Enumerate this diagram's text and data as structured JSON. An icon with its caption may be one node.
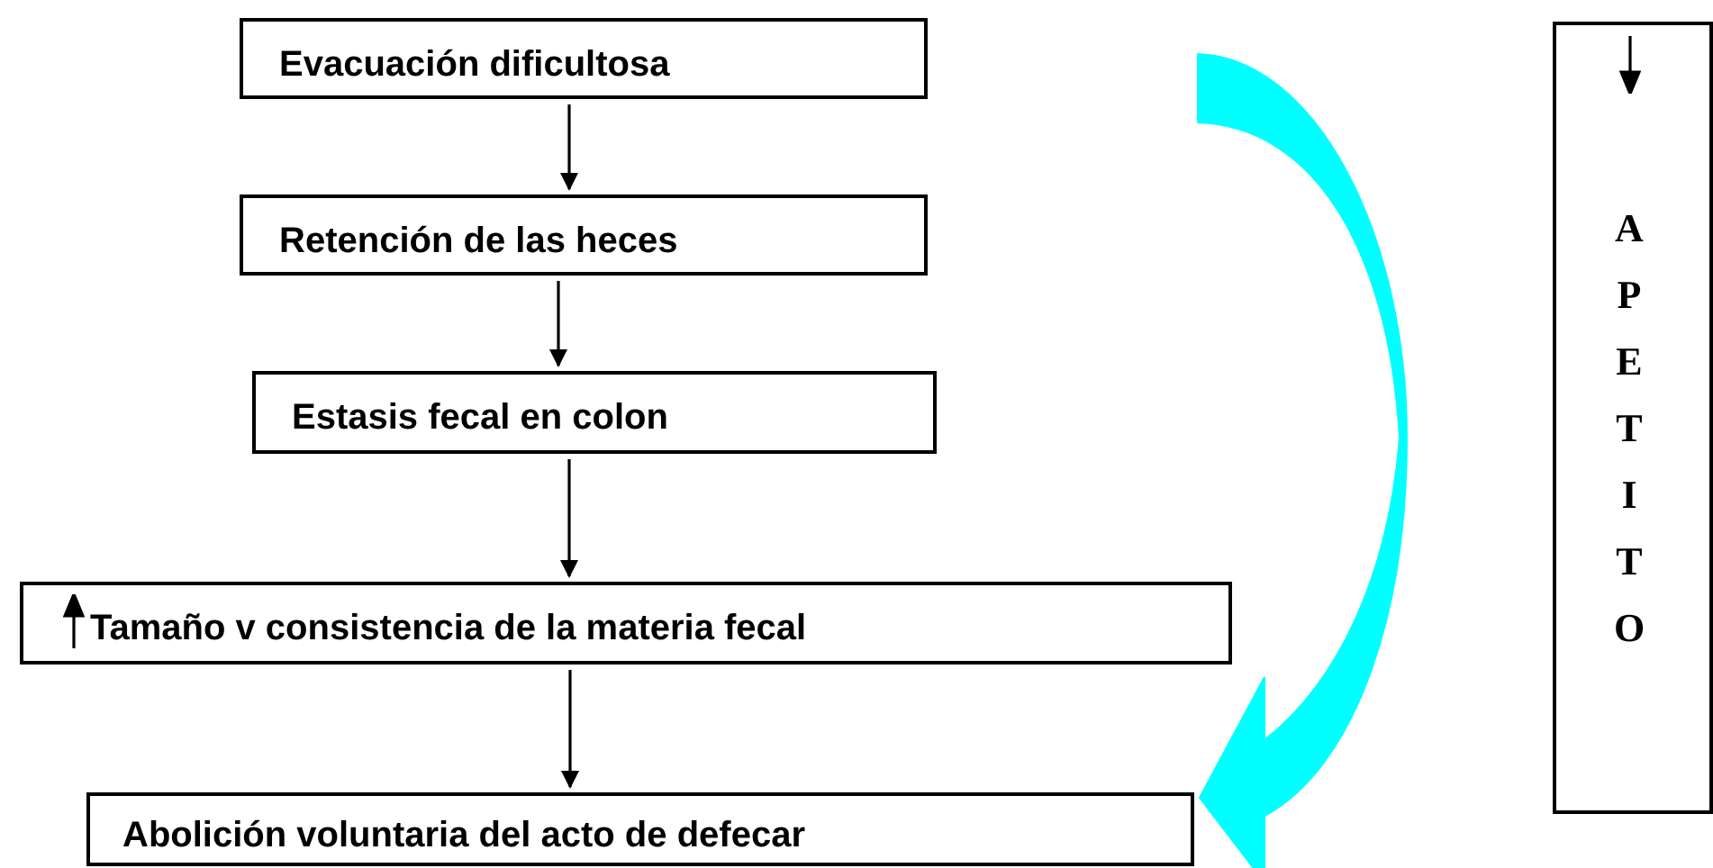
{
  "diagram": {
    "nodes": [
      {
        "text": [
          "Evacuación dificultosa"
        ]
      },
      {
        "text": [
          "Retención de las heces"
        ]
      },
      {
        "text": [
          "Estasis fecal en colon"
        ]
      },
      {
        "text": [
          "Tamaño v consistencia de la materia fecal"
        ]
      },
      {
        "text": [
          "Abolición voluntaria del acto de defecar"
        ]
      },
      {
        "text": [
          "APETITO"
        ]
      }
    ],
    "edges": [
      {
        "from": 0,
        "to": 1,
        "arrow": "to"
      },
      {
        "from": 1,
        "to": 2,
        "arrow": "to"
      },
      {
        "from": 2,
        "to": 3,
        "arrow": "to"
      },
      {
        "from": 3,
        "to": 4,
        "arrow": "to"
      },
      {
        "from": null,
        "to": 4,
        "arrow": "to",
        "style": "thick",
        "color": "#00ffff"
      }
    ]
  }
}
